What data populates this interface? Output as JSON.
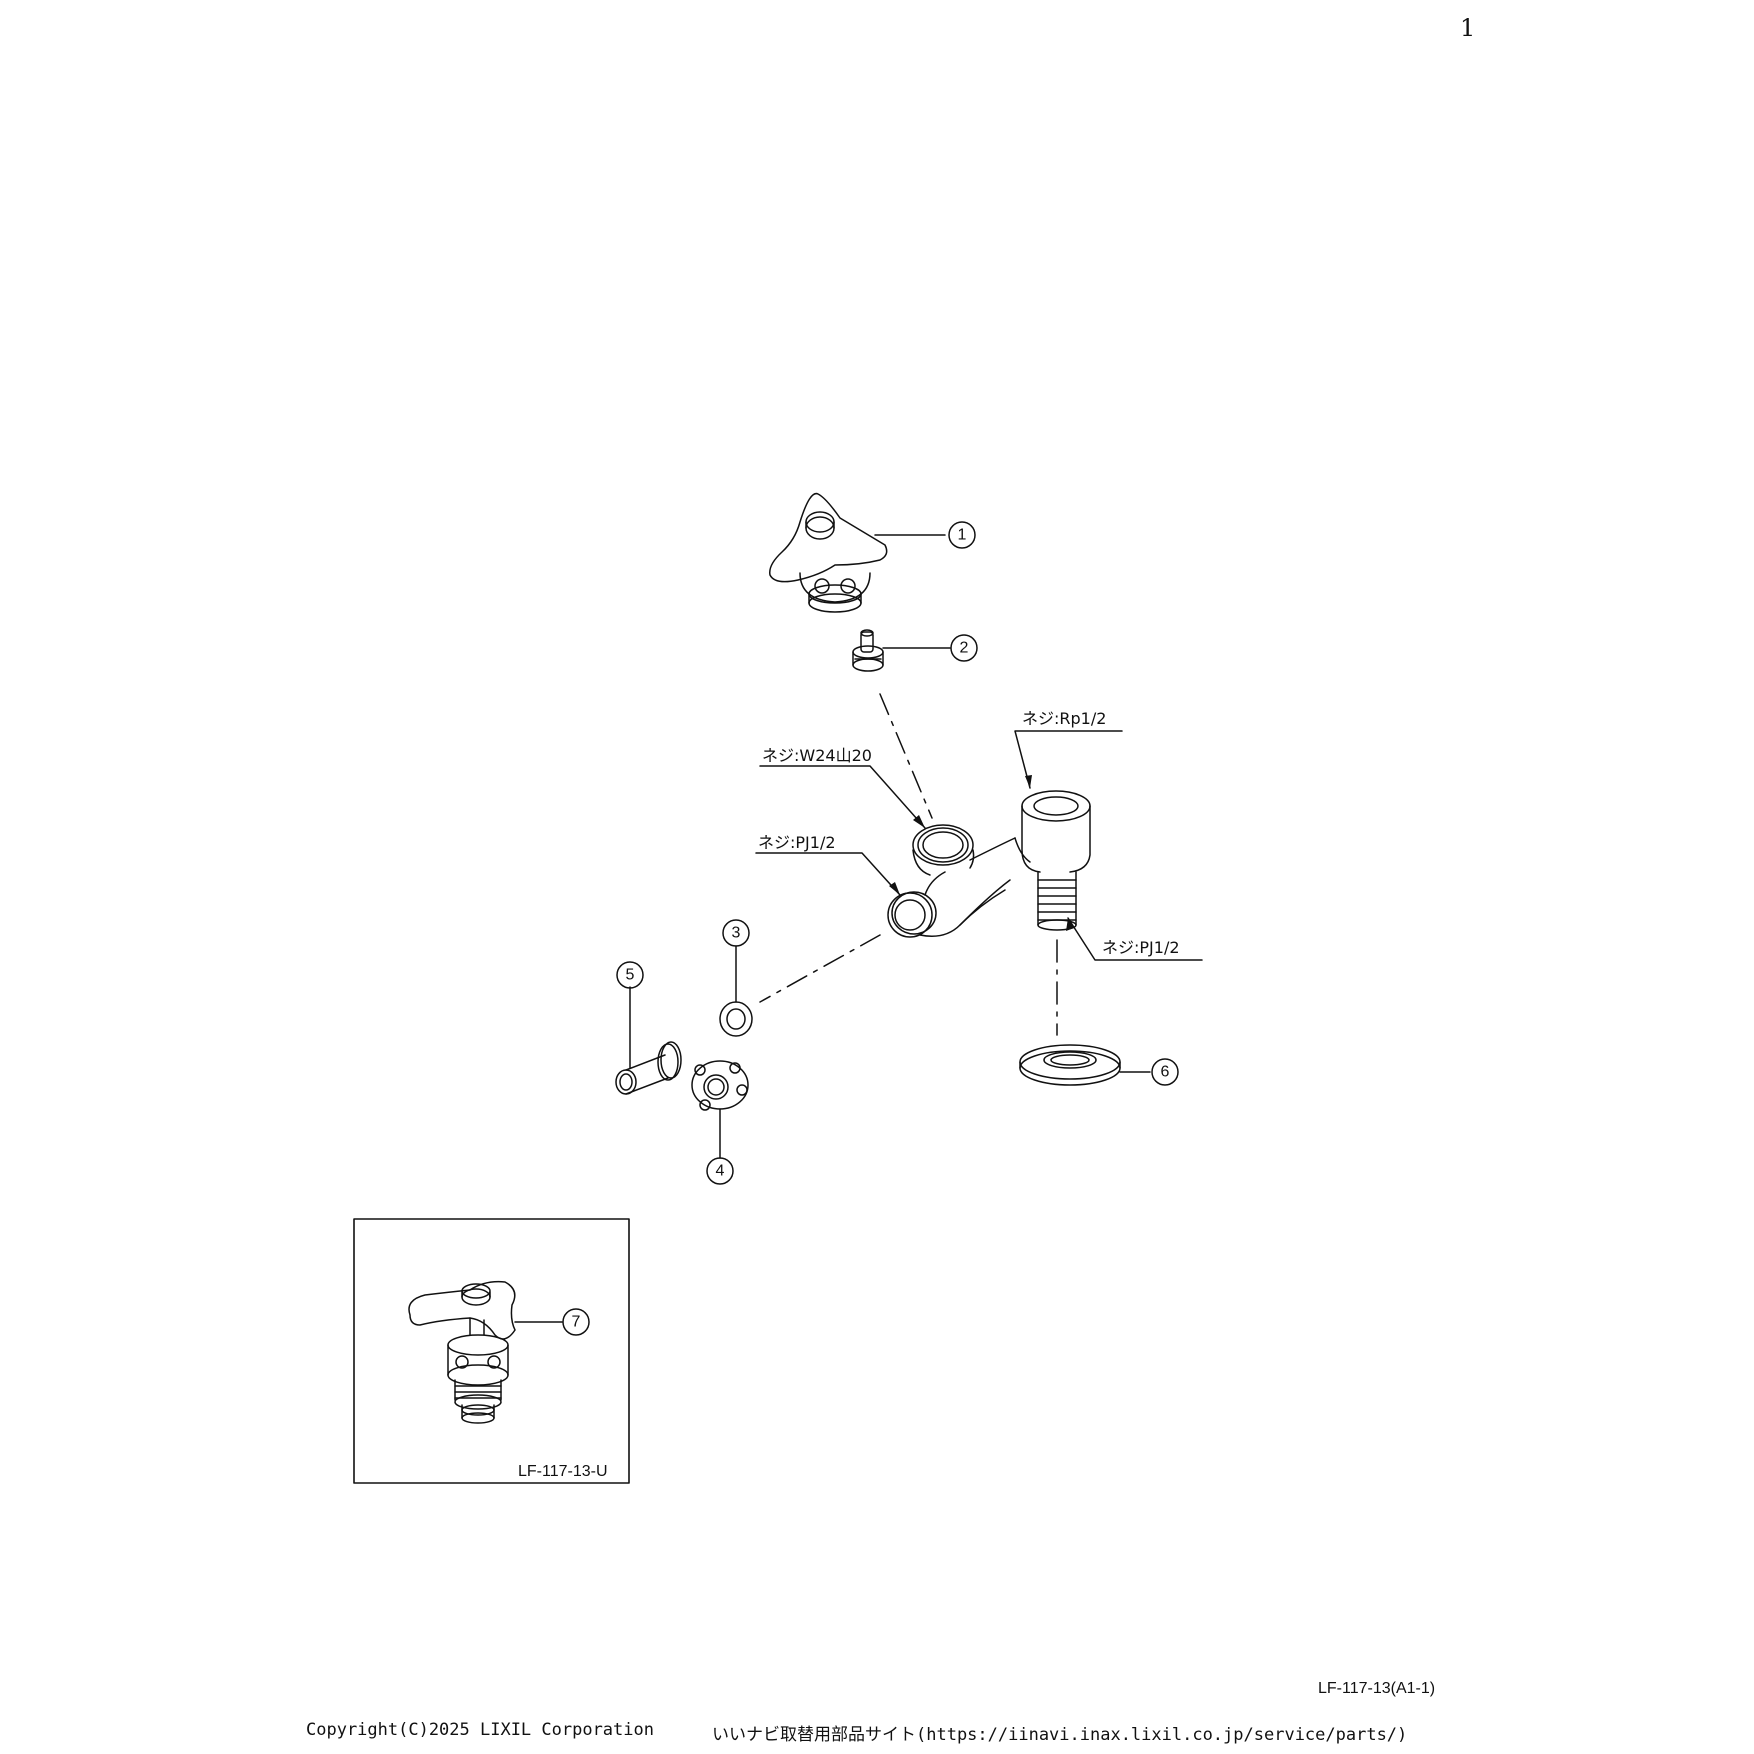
{
  "page": {
    "page_number": "1",
    "drawing_code": "LF-117-13(A1-1)",
    "inset_code": "LF-117-13-U",
    "copyright": "Copyright(C)2025 LIXIL Corporation",
    "site_info": "いいナビ取替用部品サイト(https://iinavi.inax.lixil.co.jp/service/parts/)"
  },
  "callouts": {
    "w24": "ネジ:W24山20",
    "pj1": "ネジ:PJ1/2",
    "rp": "ネジ:Rp1/2",
    "pj2": "ネジ:PJ1/2"
  },
  "parts": {
    "p1": "1",
    "p2": "2",
    "p3": "3",
    "p4": "4",
    "p5": "5",
    "p6": "6",
    "p7": "7"
  }
}
